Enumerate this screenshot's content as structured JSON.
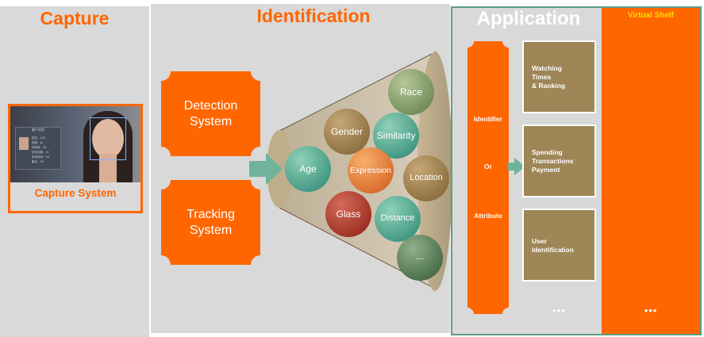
{
  "capture": {
    "title": "Capture",
    "box_label": "Capture System",
    "photo_panel_title": "客户信息",
    "photo_fields": [
      "姓名：XXX",
      "性别：女",
      "年龄段：18",
      "来访次数：10",
      "来访时间：XX",
      "备注：XX"
    ]
  },
  "identification": {
    "title": "Identification",
    "systems": [
      "Detection System",
      "Tracking System"
    ],
    "attributes": {
      "age": "Age",
      "gender": "Gender",
      "race": "Race",
      "similarity": "Similarity",
      "expression": "Expression",
      "location": "Location",
      "glass": "Glass",
      "distance": "Distance",
      "more": "..."
    }
  },
  "application": {
    "title": "Application",
    "identifier_lines": [
      "Identifier",
      "Or",
      "Attribute"
    ],
    "boxes": [
      [
        "Watching",
        "Times",
        "& Ranking"
      ],
      [
        "Spending",
        "Transactions",
        "Payment"
      ],
      [
        "User",
        "Identification"
      ]
    ],
    "more": "•••"
  },
  "virtual_shelf": {
    "title": "Virtual Shelf",
    "more": "•••"
  },
  "colors": {
    "accent_orange": "#ff6600",
    "panel_gray": "#d9d9d9",
    "app_border_green": "#5d9c84",
    "app_box_brown": "#9e8656"
  }
}
